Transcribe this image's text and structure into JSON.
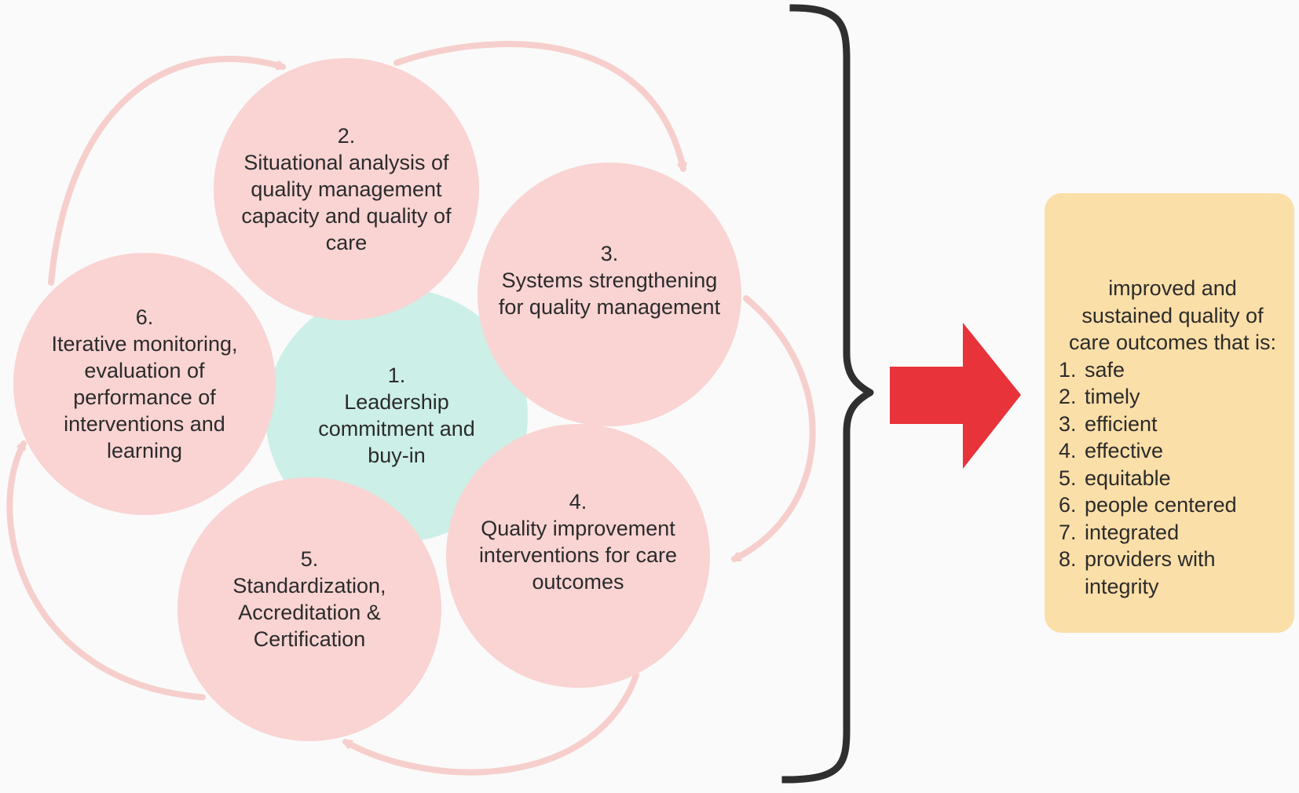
{
  "steps": [
    {
      "number": "1.",
      "label": "Leadership\ncommitment and\nbuy-in"
    },
    {
      "number": "2.",
      "label": "Situational analysis of\nquality management\ncapacity and quality of\ncare"
    },
    {
      "number": "3.",
      "label": "Systems strengthening\nfor quality management"
    },
    {
      "number": "4.",
      "label": "Quality improvement\ninterventions for care\noutcomes"
    },
    {
      "number": "5.",
      "label": "Standardization,\nAccreditation &\nCertification"
    },
    {
      "number": "6.",
      "label": "Iterative monitoring,\nevaluation of\nperformance of\ninterventions and\nlearning"
    }
  ],
  "outcome": {
    "heading": "improved and\nsustained quality of\ncare outcomes that is:",
    "items": [
      {
        "number": "1.",
        "text": "safe"
      },
      {
        "number": "2.",
        "text": "timely"
      },
      {
        "number": "3.",
        "text": "efficient"
      },
      {
        "number": "4.",
        "text": "effective"
      },
      {
        "number": "5.",
        "text": "equitable"
      },
      {
        "number": "6.",
        "text": "people centered"
      },
      {
        "number": "7.",
        "text": "integrated"
      },
      {
        "number": "8.",
        "text": "providers with integrity"
      }
    ]
  },
  "colors": {
    "step_circle": "#f9d4d3",
    "center_circle": "#ccefe7",
    "cycle_arrow": "#f6cfcc",
    "brace": "#2f2f2f",
    "result_arrow": "#e8333a",
    "outcome_box": "#fbdfa8"
  }
}
